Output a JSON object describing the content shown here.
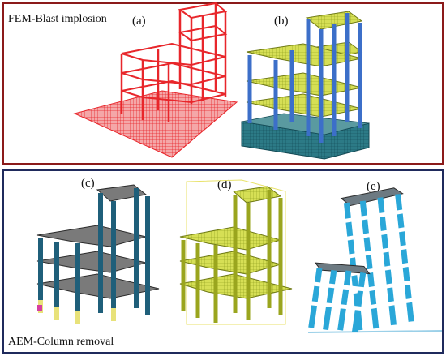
{
  "top_panel": {
    "title": "FEM-Blast implosion",
    "labels": {
      "a": "(a)",
      "b": "(b)"
    }
  },
  "bottom_panel": {
    "title": "AEM-Column removal",
    "labels": {
      "c": "(c)",
      "d": "(d)",
      "e": "(e)"
    }
  },
  "colors": {
    "top_border": "#8b1a1a",
    "bottom_border": "#1f2a5c",
    "mesh_red": "#e8262b",
    "mesh_yellow": "#c9d63a",
    "column_blue": "#3c6fc9",
    "column_teal": "#1f5f7a",
    "slab_gray": "#7a7a7a",
    "column_cyan": "#2aa7d8"
  }
}
